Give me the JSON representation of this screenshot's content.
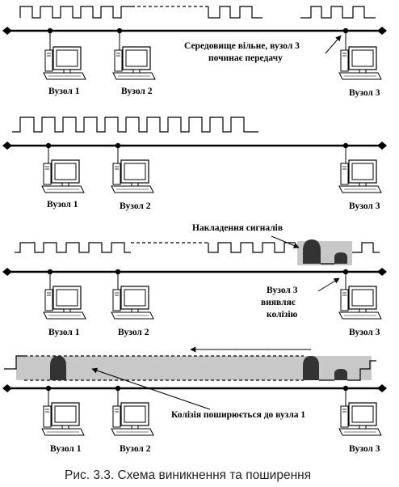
{
  "panels": [
    {
      "nodes": [
        "Вузол 1",
        "Вузол 2",
        "Вузол 3"
      ],
      "annotations": [
        "Середовище вільне, вузол 3",
        "починає передачу"
      ]
    },
    {
      "nodes": [
        "Вузол 1",
        "Вузол 2",
        "Вузол 3"
      ]
    },
    {
      "nodes": [
        "Вузол 1",
        "Вузол 2",
        "Вузол 3"
      ],
      "annotations": [
        "Накладення сигналів",
        "Вузол 3",
        "виявляє",
        "колізію"
      ]
    },
    {
      "nodes": [
        "Вузол 1",
        "Вузол 2",
        "Вузол 3"
      ],
      "annotations": [
        "Колізія поширюється до вузла 1"
      ]
    }
  ],
  "caption": "Рис. 3.3. Схема виникнення та поширення",
  "colors": {
    "collision_zone": "#c8c8c8",
    "line": "#000000"
  },
  "icons": [
    "computer-icon"
  ]
}
